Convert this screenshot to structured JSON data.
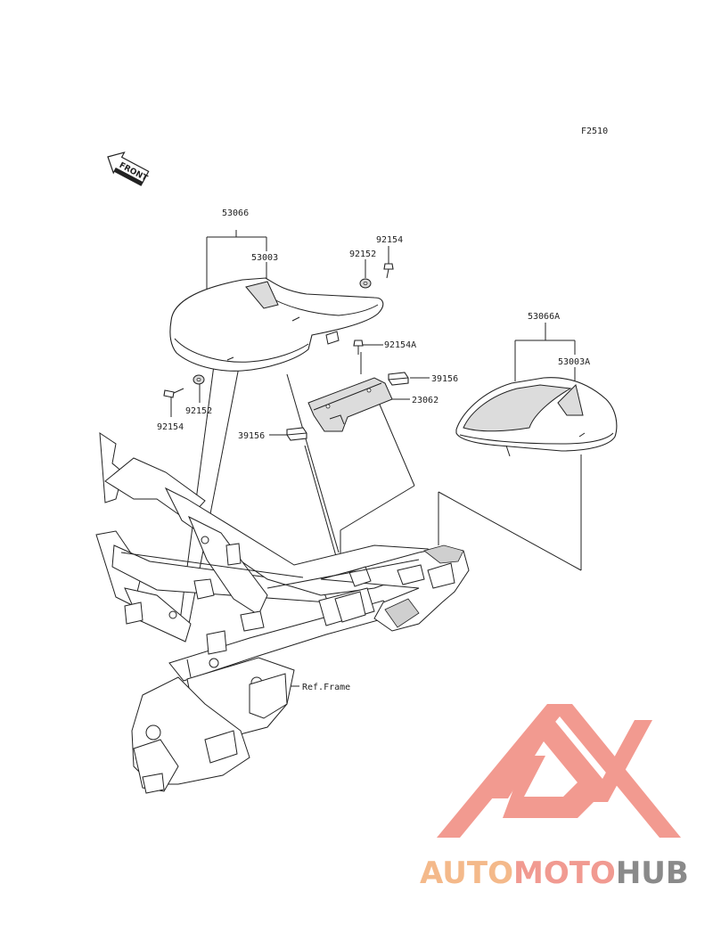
{
  "figure_code": "F2510",
  "front_label": "FRONT",
  "labels": {
    "p53066": "53066",
    "p53003": "53003",
    "p92154_top": "92154",
    "p92152_top": "92152",
    "p92154A": "92154A",
    "p39156_right": "39156",
    "p23062": "23062",
    "p39156_left": "39156",
    "p92152_bottom": "92152",
    "p92154_bottom": "92154",
    "p53066A": "53066A",
    "p53003A": "53003A",
    "ref_frame": "Ref.Frame"
  },
  "watermark": {
    "part1": "AUTO",
    "part2": "MOTO",
    "part3": "HUB",
    "color1": "#f4b98a",
    "color2": "#f19a91",
    "color3": "#8a8a8a",
    "logo_color": "#f29a90"
  }
}
